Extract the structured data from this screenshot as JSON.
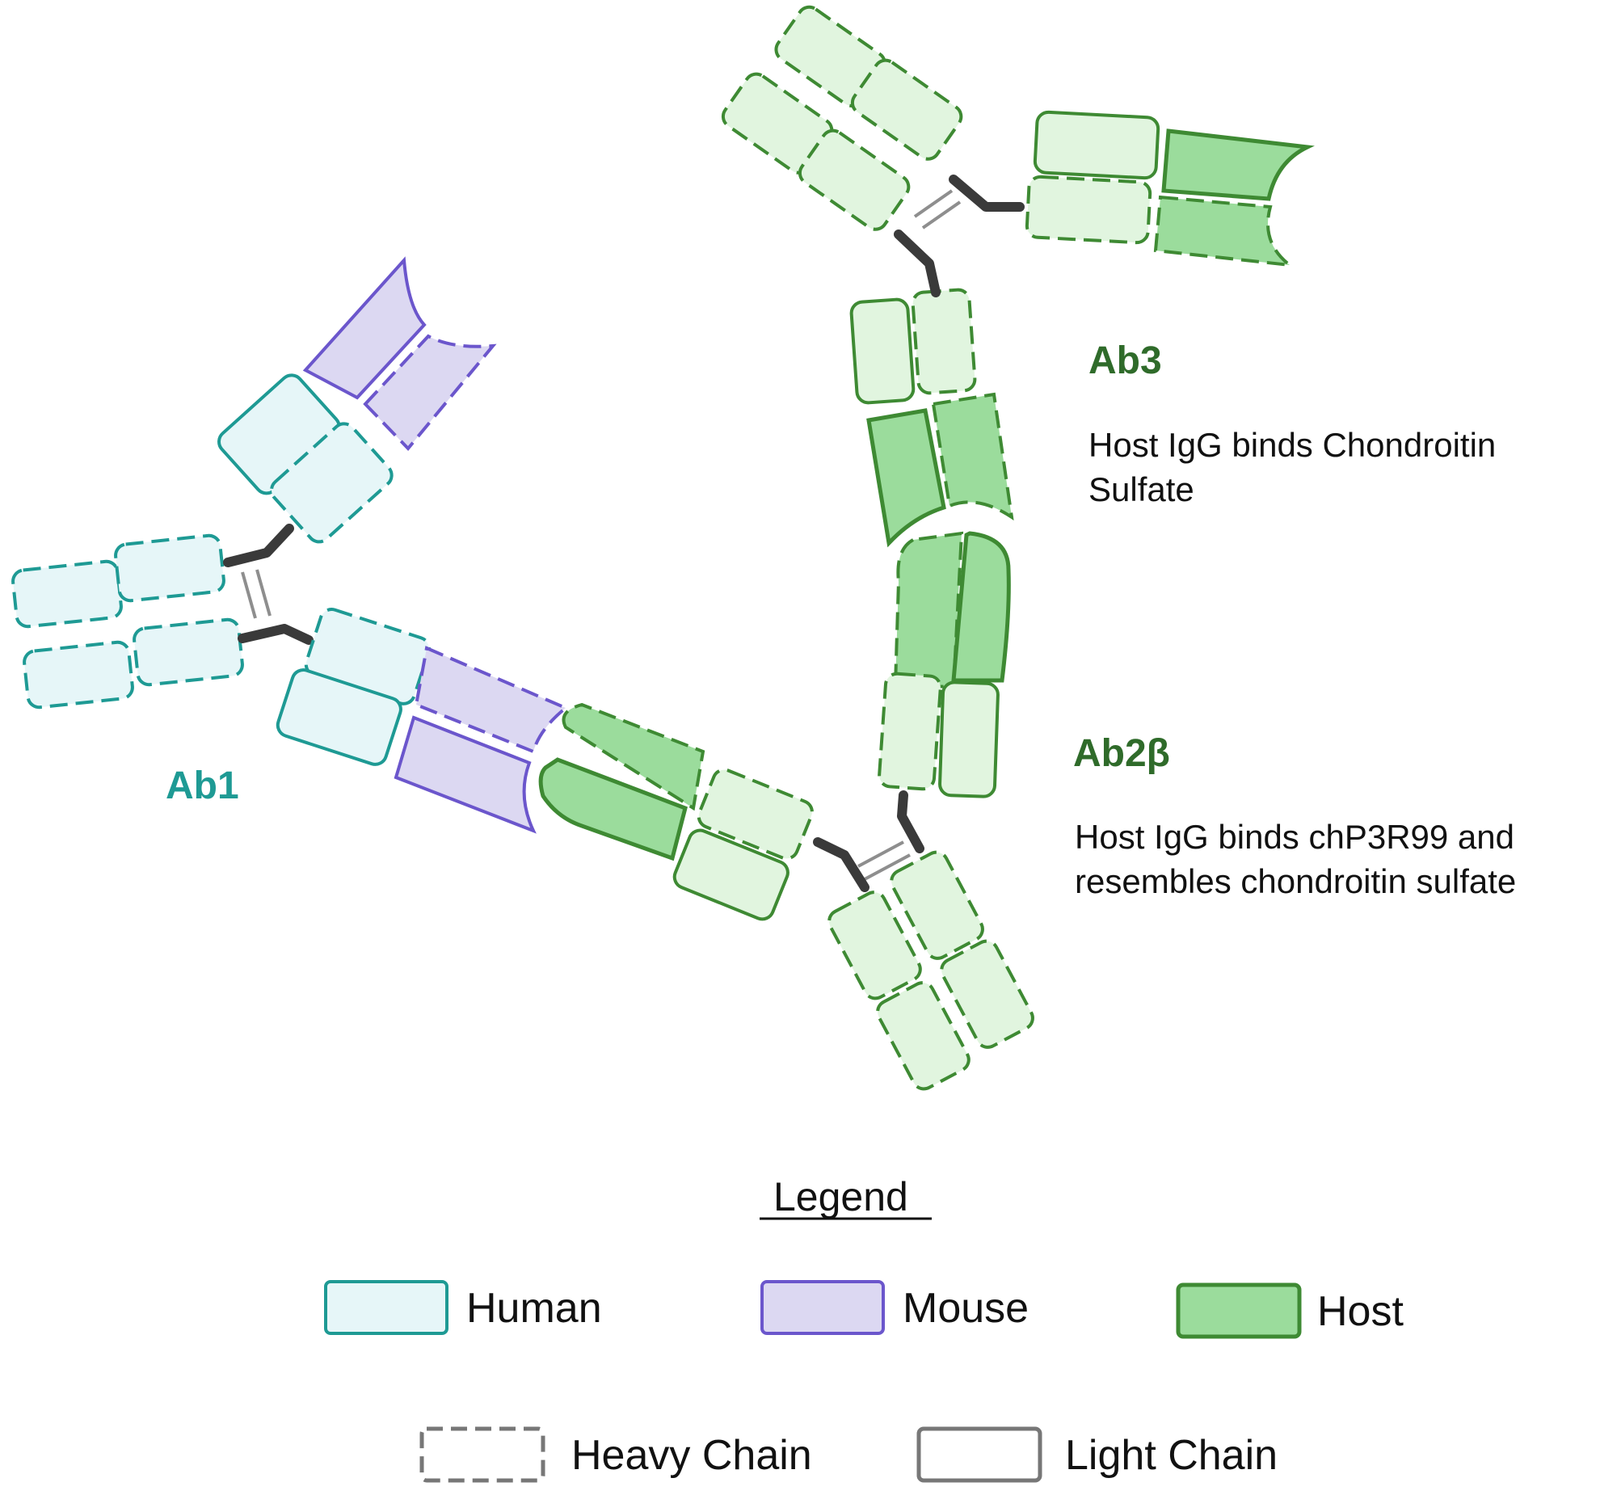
{
  "colors": {
    "human_fill": "#E6F6F8",
    "human_stroke": "#1E9A94",
    "mouse_fill": "#DCD8F2",
    "mouse_stroke": "#6B56CC",
    "host_fill": "#9BDC9C",
    "host_light_fill": "#E1F5DF",
    "host_stroke": "#3E8A33",
    "linker": "#3A3A3A",
    "bridge": "#8E8E8E",
    "legend_gray": "#777777"
  },
  "antibodies": {
    "ab1": {
      "label": "Ab1"
    },
    "ab2": {
      "label": "Ab2β",
      "desc_line1": "Host IgG binds chP3R99 and",
      "desc_line2": "resembles chondroitin sulfate"
    },
    "ab3": {
      "label": "Ab3",
      "desc_line1": "Host IgG binds Chondroitin",
      "desc_line2": "Sulfate"
    }
  },
  "legend": {
    "title": "Legend",
    "human": "Human",
    "mouse": "Mouse",
    "host": "Host",
    "heavy_chain": "Heavy Chain",
    "light_chain": "Light Chain"
  }
}
